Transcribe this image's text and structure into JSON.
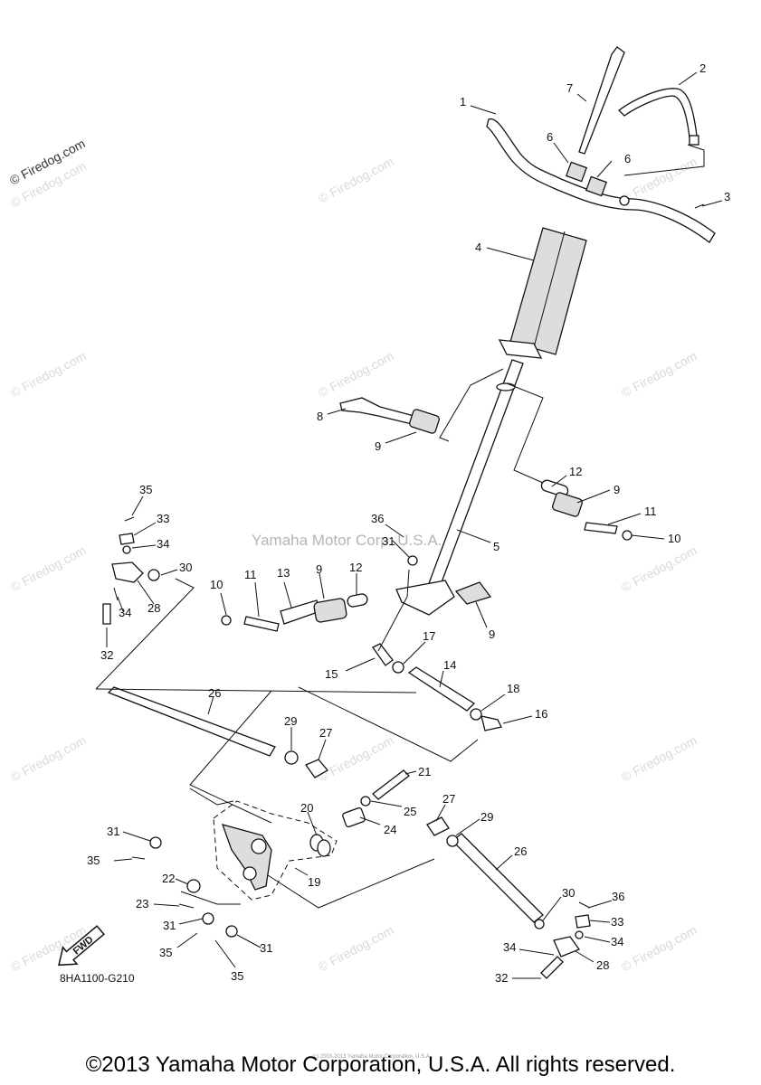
{
  "watermark": "© Firedog.com",
  "center_watermark": "Yamaha Motor Corp. U.S.A.",
  "diagram_code": "8HA1100-G210",
  "fwd_label": "FWD",
  "small_notice": "(c) 2003-2013 Yamaha Motor Corporation, U.S.A.",
  "copyright": "©2013 Yamaha Motor Corporation, U.S.A. All rights reserved.",
  "part_labels": [
    "1",
    "2",
    "3",
    "4",
    "5",
    "6",
    "6",
    "7",
    "8",
    "9",
    "9",
    "9",
    "9",
    "10",
    "10",
    "11",
    "11",
    "12",
    "12",
    "13",
    "14",
    "15",
    "16",
    "17",
    "18",
    "19",
    "20",
    "21",
    "22",
    "23",
    "24",
    "25",
    "26",
    "26",
    "27",
    "27",
    "28",
    "28",
    "29",
    "29",
    "30",
    "30",
    "31",
    "31",
    "31",
    "31",
    "32",
    "32",
    "33",
    "33",
    "34",
    "34",
    "34",
    "34",
    "35",
    "35",
    "35",
    "35",
    "36"
  ]
}
